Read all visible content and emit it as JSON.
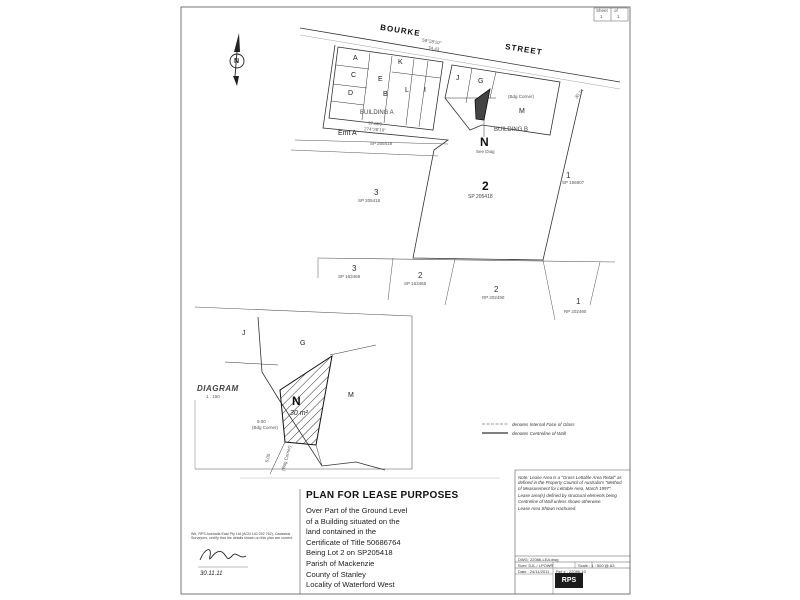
{
  "sheet": {
    "label": "Sheet",
    "of_label": "of",
    "number": "1",
    "total": "1"
  },
  "streets": {
    "bourke": "BOURKE",
    "street": "STREET"
  },
  "north_arrow": {
    "letter": "N"
  },
  "bearings": {
    "top_main": "59°28'10\"",
    "top_sub": "74.43",
    "right_1": "30.74",
    "right_2": "(Bdg Corner)",
    "left_bottom": "37.659",
    "left_bottom2": "274°28'10\""
  },
  "building_a": {
    "label": "BUILDING A",
    "rooms": [
      "A",
      "B",
      "C",
      "D",
      "E",
      "K",
      "L",
      "I"
    ]
  },
  "building_b": {
    "label": "BUILDING B",
    "rooms": [
      "J",
      "G",
      "M"
    ]
  },
  "lease_area": {
    "letter": "N",
    "see_diag": "See Diag"
  },
  "easement": {
    "label": "Emt A",
    "plan": "SP 205418"
  },
  "lots": [
    {
      "num": "3",
      "plan": "SP 205418"
    },
    {
      "num": "2",
      "plan": "SP 205418"
    },
    {
      "num": "1",
      "plan": "SP 196907"
    },
    {
      "num": "3",
      "plan": "SP 163468"
    },
    {
      "num": "2",
      "plan": "SP 163468"
    },
    {
      "num": "2",
      "plan": "RP 202490"
    },
    {
      "num": "1",
      "plan": "RP 202490"
    }
  ],
  "diagram": {
    "title": "DIAGRAM",
    "scale": "1 : 150",
    "lease_letter": "N",
    "area": "30 m²",
    "rooms": [
      "J",
      "G",
      "M"
    ],
    "dim_1": "9.00",
    "dim_2": "(Bdg Corner)",
    "dim_3": "5.05",
    "dim_4": "(Bdg Corner)"
  },
  "legend": {
    "glass": "denotes Internal Face of Glass",
    "wall": "denotes Centreline of Wall"
  },
  "notes": {
    "n1": "Note: Lease Area is a \"Gross Lettable Area Retail\" as defined in the Property Council of Australia's \"Method of Measurement for Lettable Area, March 1997\".",
    "n2": "Lease area(s) defined by structural elements being Centreline of Wall unless shown otherwise.",
    "n3": "Lease Area Shown Hachured."
  },
  "title_block": {
    "title": "PLAN FOR LEASE PURPOSES",
    "lines": [
      "Over Part of the Ground Level",
      "of a Building situated on the",
      "land contained in the",
      "Certificate of Title 50686764",
      "Being Lot 2 on SP205418",
      "Parish  of Mackenzie",
      "County of Stanley",
      "Locality of Waterford West"
    ]
  },
  "drawing_info": {
    "dwg": "DWG: 22086-LEA.dwg",
    "surv": "Surv: DJL / LPOWR",
    "scale": "Scale : 1 : 500 @ A3",
    "date": "Date : 24/11/2011",
    "ref": "Ref # : 22086-10",
    "company": "RPS"
  },
  "surveyor": {
    "text": "We, RPS Australia East Pty Ltd (ACN 140 292 762), Cadastral Surveyors, certify that the details shown on this plan are correct.",
    "date": "30.11.11"
  }
}
